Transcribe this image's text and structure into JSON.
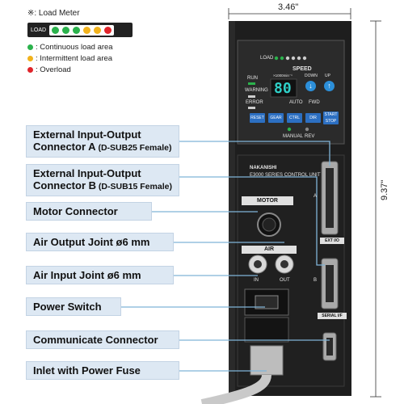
{
  "load_meter": {
    "title": "※: Load Meter",
    "tag": "LOAD",
    "leds": [
      "#2bb24c",
      "#2bb24c",
      "#2bb24c",
      "#f1b21c",
      "#f1b21c",
      "#e0242a"
    ],
    "legend": [
      {
        "color": "#2bb24c",
        "text": ": Continuous load area"
      },
      {
        "color": "#f1b21c",
        "text": ": Intermittent load area"
      },
      {
        "color": "#e0242a",
        "text": ": Overload"
      }
    ]
  },
  "callouts": [
    {
      "main": "External Input-Output",
      "line2": "Connector A",
      "small": " (D-SUB25 Female)"
    },
    {
      "main": "External Input-Output",
      "line2": "Connector B",
      "small": " (D-SUB15 Female)"
    },
    {
      "main": "Motor Connector"
    },
    {
      "main": "Air Output Joint ø6 mm"
    },
    {
      "main": "Air Input Joint ø6 mm"
    },
    {
      "main": "Power Switch"
    },
    {
      "main": "Communicate Connector"
    },
    {
      "main": "Inlet with Power Fuse"
    }
  ],
  "dimensions": {
    "width": "3.46\"",
    "height": "9.37\""
  },
  "panel": {
    "load": "LOAD",
    "speed": "SPEED",
    "speed_unit": "×1000min⁻¹",
    "down": "DOWN",
    "up": "UP",
    "run": "RUN",
    "warning": "WARNING",
    "error": "ERROR",
    "auto": "AUTO",
    "fwd": "FWD",
    "display": "80",
    "buttons": [
      "RESET",
      "GEAR",
      "CTRL",
      "DIR",
      "START STOP"
    ],
    "manual": "MANUAL",
    "rev": "REV",
    "brand": "NAKANISHI",
    "model": "E3000",
    "model_suffix": "SERIES CONTROL UNIT",
    "motor": "MOTOR",
    "air": "AIR",
    "in": "IN",
    "out": "OUT",
    "ext_io": "EXT I/O",
    "serial": "SERIAL I/F",
    "a": "A",
    "b": "B"
  },
  "colors": {
    "callout_bg": "#dde8f3",
    "leader": "#7fb4d8",
    "unit": "#1e1e1e",
    "panel_blue": "#2c6fc2"
  }
}
